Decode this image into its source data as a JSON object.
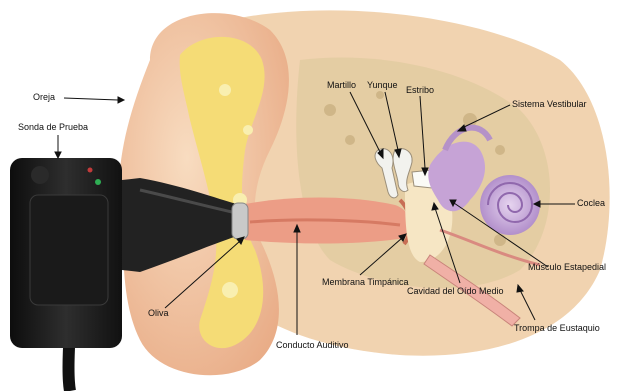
{
  "labels": {
    "oreja": "Oreja",
    "sonda": "Sonda de Prueba",
    "martillo": "Martillo",
    "yunque": "Yunque",
    "estribo": "Estribo",
    "vestibular": "Sistema Vestibular",
    "coclea": "Coclea",
    "estapedial": "Músculo Estapedial",
    "membrana": "Membrana Timpánica",
    "cavidad": "Cavidad del Oído Medio",
    "eustaquio": "Trompa de Eustaquio",
    "oliva": "Oliva",
    "conducto": "Conducto Auditivo"
  },
  "icons": {
    "probe": "probe-device-icon",
    "ear": "ear-anatomy-icon"
  },
  "colors": {
    "skin": "#f3c8a4",
    "skin_dark": "#e3a57f",
    "cartilage": "#f4dd7a",
    "bone": "#d9c39a",
    "canal": "#e99a83",
    "cochlea": "#c9a7d8",
    "probe": "#1c1c1c",
    "text": "#111111"
  }
}
